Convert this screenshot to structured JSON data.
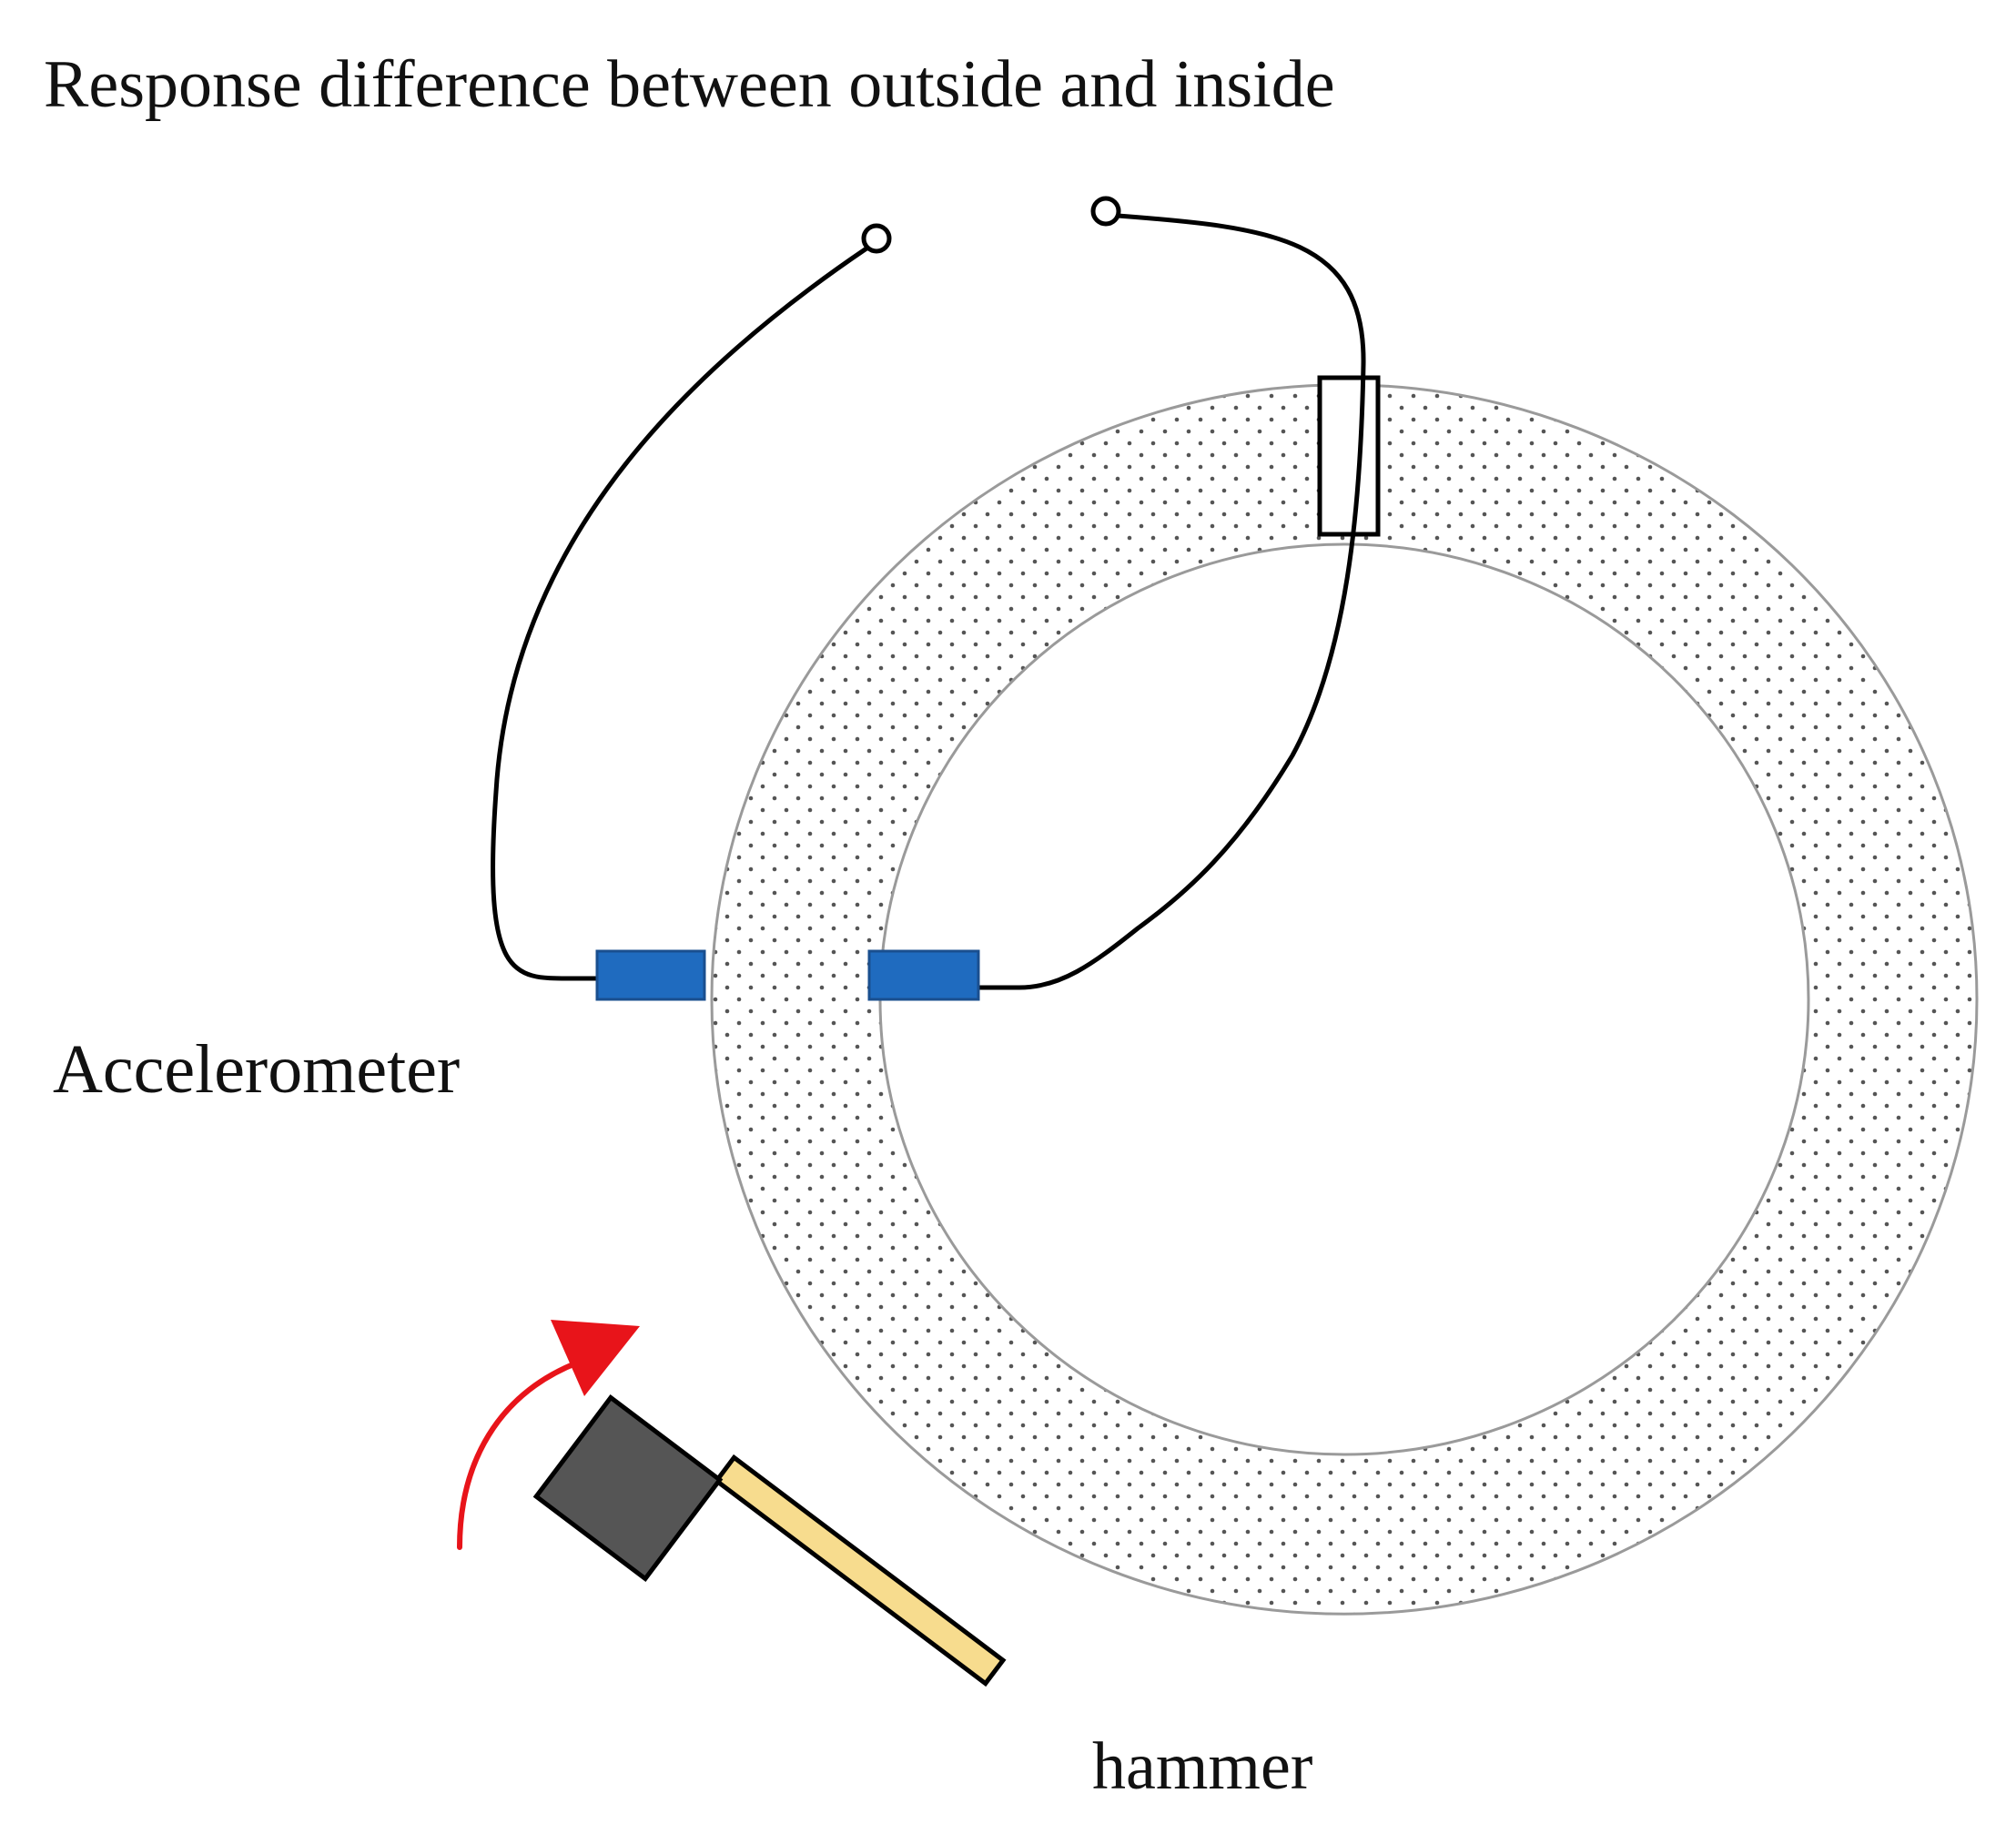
{
  "title": "Response difference between outside and inside",
  "labels": {
    "accelerometer": "Accelerometer",
    "hammer": "hammer"
  },
  "colors": {
    "accelerometer": "#1f6bbf",
    "arrow": "#e8141a",
    "hammer_head": "#555555",
    "hammer_handle": "#f7dc8e",
    "ring_dots": "#555555",
    "ring_outline": "#9a9a9a",
    "wire": "#000000"
  }
}
